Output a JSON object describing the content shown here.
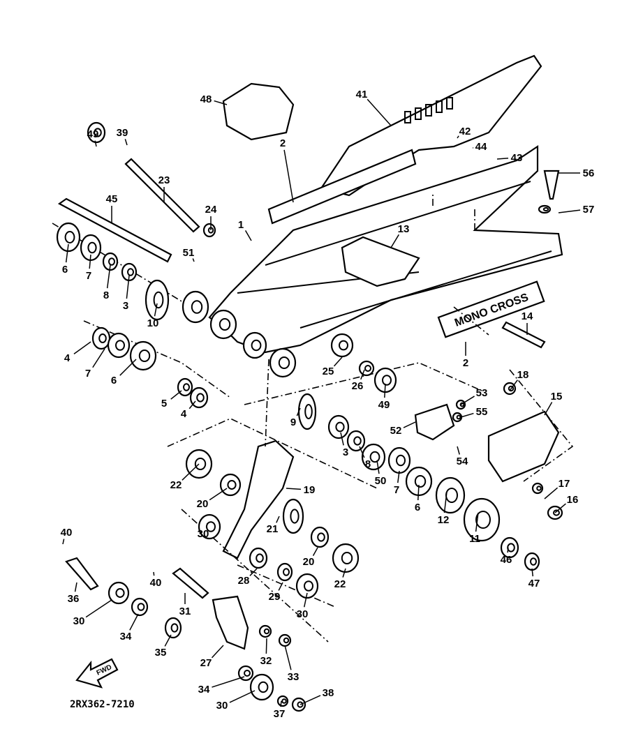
{
  "diagram": {
    "part_code": "2RX362-7210",
    "forward_arrow_label": "FWD",
    "decal_text": "MONO CROSS",
    "callouts": [
      "48",
      "41",
      "49",
      "39",
      "2",
      "42",
      "44",
      "43",
      "56",
      "23",
      "57",
      "45",
      "24",
      "1",
      "13",
      "51",
      "6",
      "7",
      "8",
      "3",
      "10",
      "14",
      "4",
      "7",
      "6",
      "2",
      "25",
      "26",
      "49",
      "18",
      "15",
      "5",
      "4",
      "53",
      "55",
      "52",
      "9",
      "3",
      "8",
      "54",
      "50",
      "7",
      "6",
      "22",
      "20",
      "19",
      "17",
      "16",
      "12",
      "11",
      "30",
      "21",
      "20",
      "22",
      "46",
      "47",
      "40",
      "40",
      "36",
      "31",
      "28",
      "29",
      "30",
      "30",
      "34",
      "35",
      "27",
      "32",
      "33",
      "34",
      "30",
      "37",
      "38"
    ]
  }
}
